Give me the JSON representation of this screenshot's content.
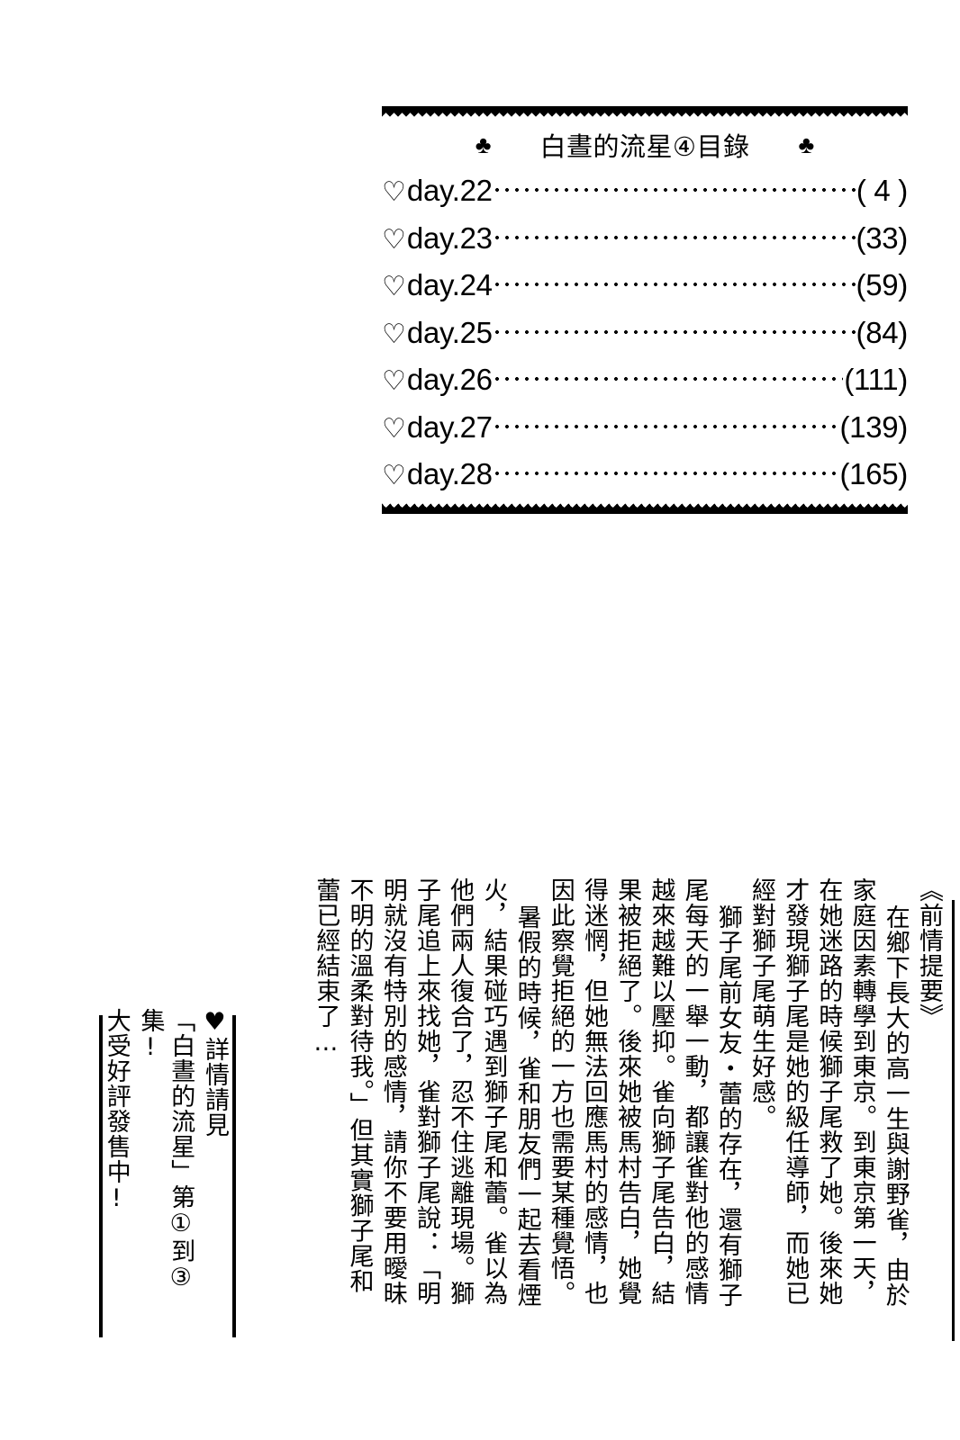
{
  "toc": {
    "title": "白晝的流星④目錄",
    "ornament_left": "♣",
    "ornament_right": "♣",
    "bullet": "♡",
    "entries": [
      {
        "label": "day.22",
        "page": "( 4 )"
      },
      {
        "label": "day.23",
        "page": "(33)"
      },
      {
        "label": "day.24",
        "page": "(59)"
      },
      {
        "label": "day.25",
        "page": "(84)"
      },
      {
        "label": "day.26",
        "page": "(111)"
      },
      {
        "label": "day.27",
        "page": "(139)"
      },
      {
        "label": "day.28",
        "page": "(165)"
      }
    ]
  },
  "synopsis": {
    "heading": "《前情提要》",
    "columns": [
      "在鄉下長大的高一生與謝野雀，由於",
      "家庭因素轉學到東京。到東京第一天，",
      "在她迷路的時候獅子尾救了她。後來她",
      "才發現獅子尾是她的級任導師，而她已",
      "經對獅子尾萌生好感。",
      "獅子尾前女友・蕾的存在，還有獅子",
      "尾每天的一舉一動，都讓雀對他的感情",
      "越來越難以壓抑。雀向獅子尾告白，結",
      "果被拒絕了。後來她被馬村告白，她覺",
      "得迷惘，但她無法回應馬村的感情，也",
      "因此察覺拒絕的一方也需要某種覺悟。",
      "暑假的時候，雀和朋友們一起去看煙",
      "火，結果碰巧遇到獅子尾和蕾。雀以為",
      "他們兩人復合了，忍不住逃離現場。獅",
      "子尾追上來找她，雀對獅子尾說：「明",
      "明就沒有特別的感情，請你不要用曖昧",
      "不明的溫柔對待我。」但其實獅子尾和",
      "蕾已經結束了…"
    ]
  },
  "promo": {
    "heart": "♥",
    "columns": [
      "詳情請見",
      "「白晝的流星」第①到③集!",
      "大受好評發售中!"
    ]
  }
}
